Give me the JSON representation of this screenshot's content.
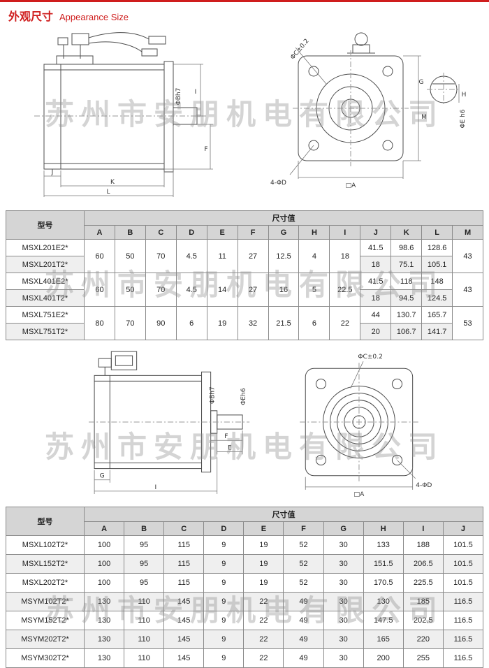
{
  "page": {
    "title_cn": "外观尺寸",
    "title_en": "Appearance Size"
  },
  "colors": {
    "accent_red": "#cf1d1d",
    "header_gray": "#d5d5d5",
    "row_alt_gray": "#efefef",
    "watermark_gray": "#8f8f8f"
  },
  "watermark": {
    "text": "苏州市安朋机电有限公司"
  },
  "drawings": {
    "top_left": {
      "dim_i": "I",
      "dim_f": "F",
      "dim_j": "J",
      "dim_k": "K",
      "dim_l": "L",
      "dim_shaft": "ΦBh7"
    },
    "top_right": {
      "dim_c": "ΦC±0.2",
      "dim_m": "M",
      "dim_holes": "4-ΦD",
      "dim_a": "□A",
      "dim_g": "G",
      "dim_h": "H",
      "dim_e": "ΦE h6"
    },
    "mid_left": {
      "dim_b": "ΦBh7",
      "dim_e_shaft": "ΦEh6",
      "dim_g": "G",
      "dim_i": "I",
      "dim_f": "F",
      "dim_e": "E"
    },
    "mid_right": {
      "dim_c": "ΦC±0.2",
      "dim_holes": "4-ΦD",
      "dim_a": "□A"
    }
  },
  "table1": {
    "model_header": "型号",
    "size_header": "尺寸值",
    "columns": [
      "A",
      "B",
      "C",
      "D",
      "E",
      "F",
      "G",
      "H",
      "I",
      "J",
      "K",
      "L",
      "M"
    ],
    "groups": [
      {
        "shared": [
          "60",
          "50",
          "70",
          "4.5",
          "11",
          "27",
          "12.5",
          "4",
          "18"
        ],
        "m": "43",
        "rows": [
          {
            "model": "MSXL201E2*",
            "j": "41.5",
            "k": "98.6",
            "l": "128.6"
          },
          {
            "model": "MSXL201T2*",
            "j": "18",
            "k": "75.1",
            "l": "105.1"
          }
        ]
      },
      {
        "shared": [
          "60",
          "50",
          "70",
          "4.5",
          "14",
          "27",
          "16",
          "5",
          "22.5"
        ],
        "m": "43",
        "rows": [
          {
            "model": "MSXL401E2*",
            "j": "41.5",
            "k": "118",
            "l": "148"
          },
          {
            "model": "MSXL401T2*",
            "j": "18",
            "k": "94.5",
            "l": "124.5"
          }
        ]
      },
      {
        "shared": [
          "80",
          "70",
          "90",
          "6",
          "19",
          "32",
          "21.5",
          "6",
          "22"
        ],
        "m": "53",
        "rows": [
          {
            "model": "MSXL751E2*",
            "j": "44",
            "k": "130.7",
            "l": "165.7"
          },
          {
            "model": "MSXL751T2*",
            "j": "20",
            "k": "106.7",
            "l": "141.7"
          }
        ]
      }
    ]
  },
  "table2": {
    "model_header": "型号",
    "size_header": "尺寸值",
    "columns": [
      "A",
      "B",
      "C",
      "D",
      "E",
      "F",
      "G",
      "H",
      "I",
      "J"
    ],
    "rows": [
      {
        "model": "MSXL102T2*",
        "values": [
          "100",
          "95",
          "115",
          "9",
          "19",
          "52",
          "30",
          "133",
          "188",
          "101.5"
        ]
      },
      {
        "model": "MSXL152T2*",
        "values": [
          "100",
          "95",
          "115",
          "9",
          "19",
          "52",
          "30",
          "151.5",
          "206.5",
          "101.5"
        ]
      },
      {
        "model": "MSXL202T2*",
        "values": [
          "100",
          "95",
          "115",
          "9",
          "19",
          "52",
          "30",
          "170.5",
          "225.5",
          "101.5"
        ]
      },
      {
        "model": "MSYM102T2*",
        "values": [
          "130",
          "110",
          "145",
          "9",
          "22",
          "49",
          "30",
          "130",
          "185",
          "116.5"
        ]
      },
      {
        "model": "MSYM152T2*",
        "values": [
          "130",
          "110",
          "145",
          "9",
          "22",
          "49",
          "30",
          "147.5",
          "202.5",
          "116.5"
        ]
      },
      {
        "model": "MSYM202T2*",
        "values": [
          "130",
          "110",
          "145",
          "9",
          "22",
          "49",
          "30",
          "165",
          "220",
          "116.5"
        ]
      },
      {
        "model": "MSYM302T2*",
        "values": [
          "130",
          "110",
          "145",
          "9",
          "22",
          "49",
          "30",
          "200",
          "255",
          "116.5"
        ]
      }
    ]
  }
}
